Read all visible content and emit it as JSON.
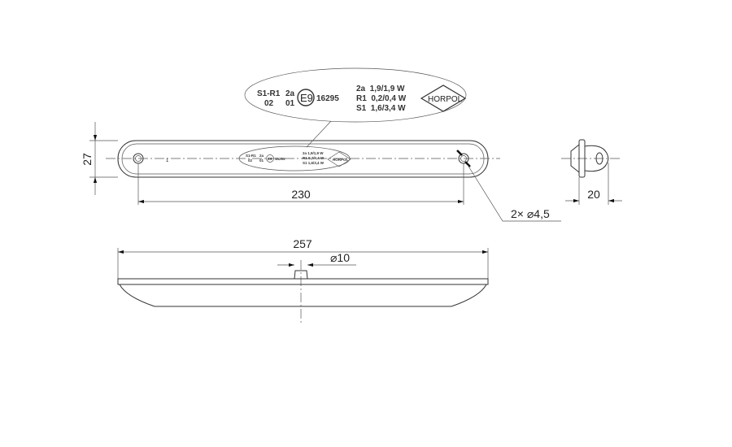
{
  "drawing": {
    "dimensions": {
      "height": "27",
      "hole_spacing": "230",
      "side_depth": "20",
      "holes": "2× ⌀4,5",
      "overall_length": "257",
      "nub_diameter": "⌀10"
    },
    "position_mark": "1",
    "label": {
      "approval_left_top": "S1-R1",
      "approval_left_bottom": "02",
      "category_top": "2a",
      "category_bottom": "01",
      "e_mark": "E9",
      "approval_number": "16295",
      "power_lines": [
        "2a  1,9/1,9 W",
        "R1  0,2/0,4 W",
        "S1  1,6/3,4 W"
      ],
      "brand": "HORPOL"
    },
    "colors": {
      "line": "#333333",
      "background": "#ffffff"
    }
  }
}
